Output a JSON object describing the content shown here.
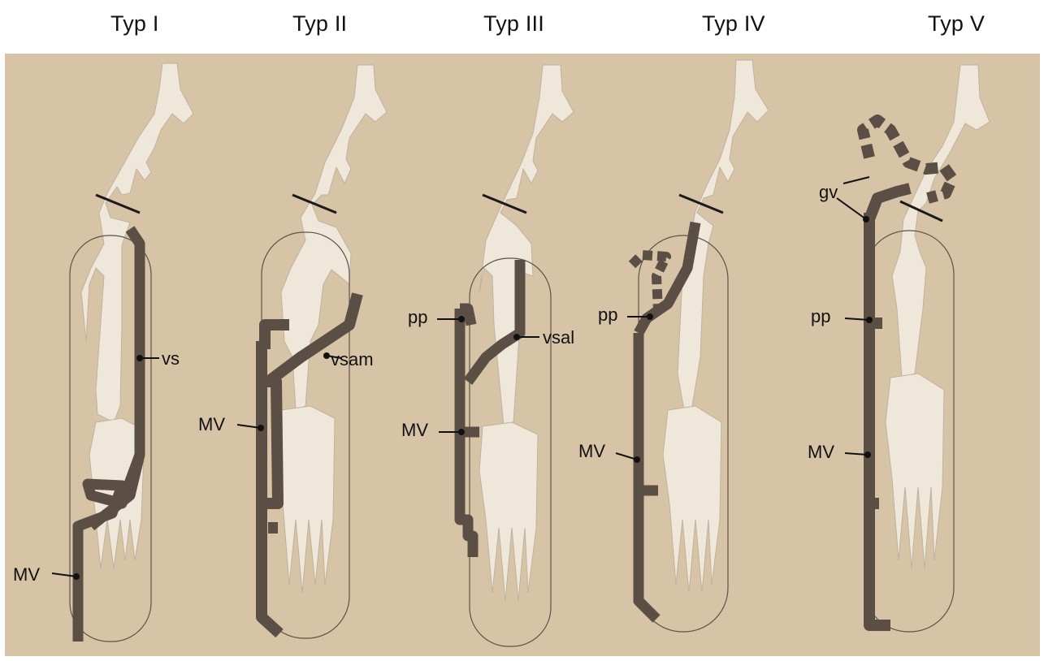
{
  "types": [
    {
      "title": "Typ I",
      "labels": [
        "vs",
        "MV"
      ]
    },
    {
      "title": "Typ II",
      "labels": [
        "vsam",
        "MV"
      ]
    },
    {
      "title": "Typ III",
      "labels": [
        "pp",
        "vsal",
        "MV"
      ]
    },
    {
      "title": "Typ IV",
      "labels": [
        "pp",
        "MV"
      ]
    },
    {
      "title": "Typ V",
      "labels": [
        "gv",
        "pp",
        "MV"
      ]
    }
  ],
  "colors": {
    "background": "#d7c4a7",
    "graft": "#efe7da",
    "vein": "#5b4e44"
  }
}
